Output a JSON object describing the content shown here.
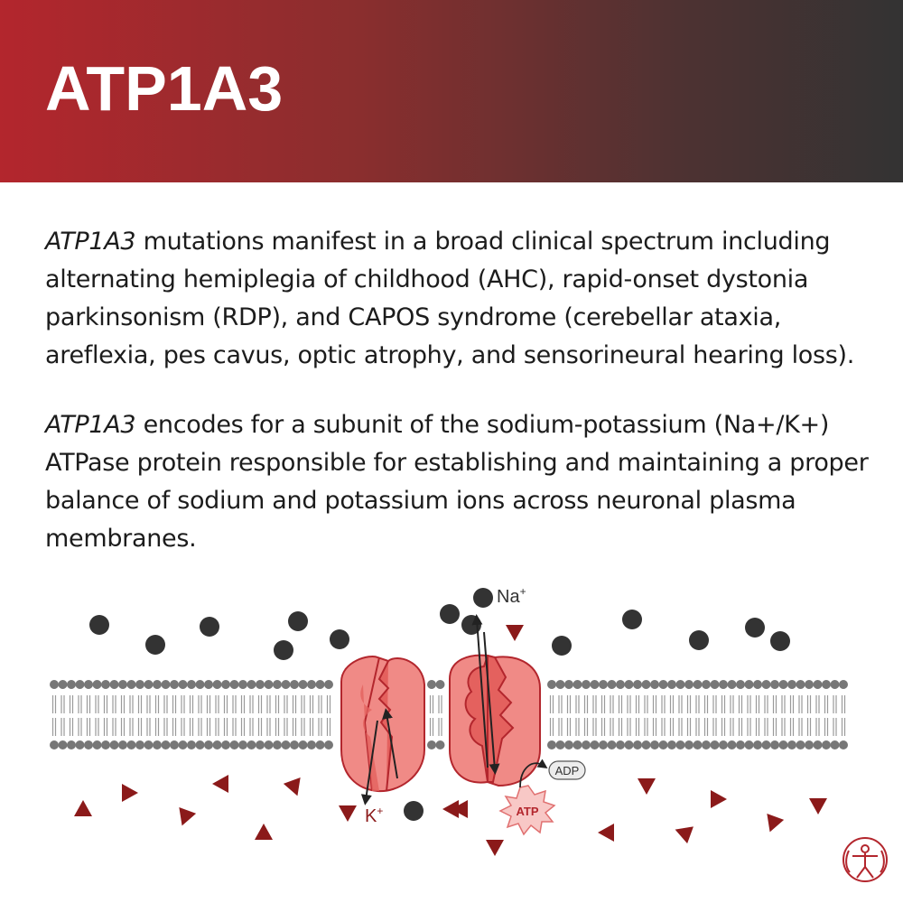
{
  "header": {
    "title": "ATP1A3",
    "gradient_colors": [
      "#b3262d",
      "#333333"
    ]
  },
  "paragraphs": [
    {
      "gene": "ATP1A3",
      "text": " mutations manifest in a broad clinical spectrum including alternating hemiplegia of childhood (AHC), rapid-onset dystonia parkinsonism (RDP), and CAPOS syndrome (cerebellar ataxia, areflexia, pes cavus, optic atrophy, and sensorineural hearing loss)."
    },
    {
      "gene": "ATP1A3",
      "text": " encodes for a subunit of the sodium-potassium (Na+/K+) ATPase protein responsible for establishing and maintaining a proper balance of sodium and potassium ions across neuronal plasma membranes."
    }
  ],
  "diagram": {
    "labels": {
      "sodium": "Na",
      "sodium_sup": "+",
      "potassium": "K",
      "potassium_sup": "+",
      "atp": "ATP",
      "adp": "ADP"
    },
    "colors": {
      "sodium_ion": "#333333",
      "potassium_ion": "#8b1a1a",
      "pump_fill": "#f08a86",
      "pump_stroke": "#b3262d",
      "membrane": "#777777",
      "logo": "#b3262d"
    },
    "icons": [
      "person-logo-icon"
    ]
  }
}
